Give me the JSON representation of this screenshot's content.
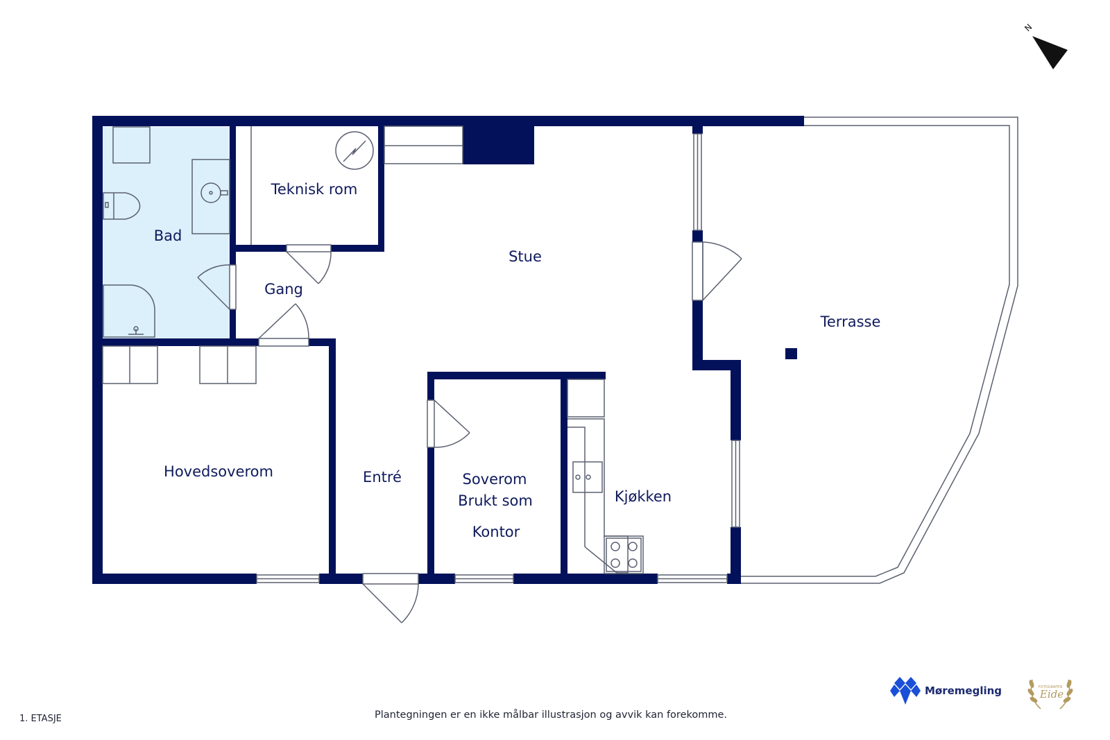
{
  "floor": "1. ETASJE",
  "disclaimer": "Plantegningen er en ikke målbar illustrasjon og avvik kan forekomme.",
  "brand": {
    "name": "Møremegling",
    "logo_icon": "diamond-cluster-logo",
    "photographer_logo": "laurel-wreath-logo",
    "photographer_name": "Eide",
    "photographer_caption": "FOTOGRAFEN"
  },
  "compass": {
    "label": "N"
  },
  "rooms": {
    "bad": "Bad",
    "teknisk": "Teknisk rom",
    "stue": "Stue",
    "gang": "Gang",
    "terrasse": "Terrasse",
    "hovedsoverom": "Hovedsoverom",
    "entre": "Entré",
    "soverom_1": "Soverom",
    "soverom_2": "Brukt som",
    "soverom_3": "Kontor",
    "kjokken": "Kjøkken"
  },
  "colors": {
    "wall": "#03115a",
    "bathroom_fill": "#dcf0fb",
    "fixture_line": "#5a6070",
    "brand_blue": "#1a4fd8"
  }
}
